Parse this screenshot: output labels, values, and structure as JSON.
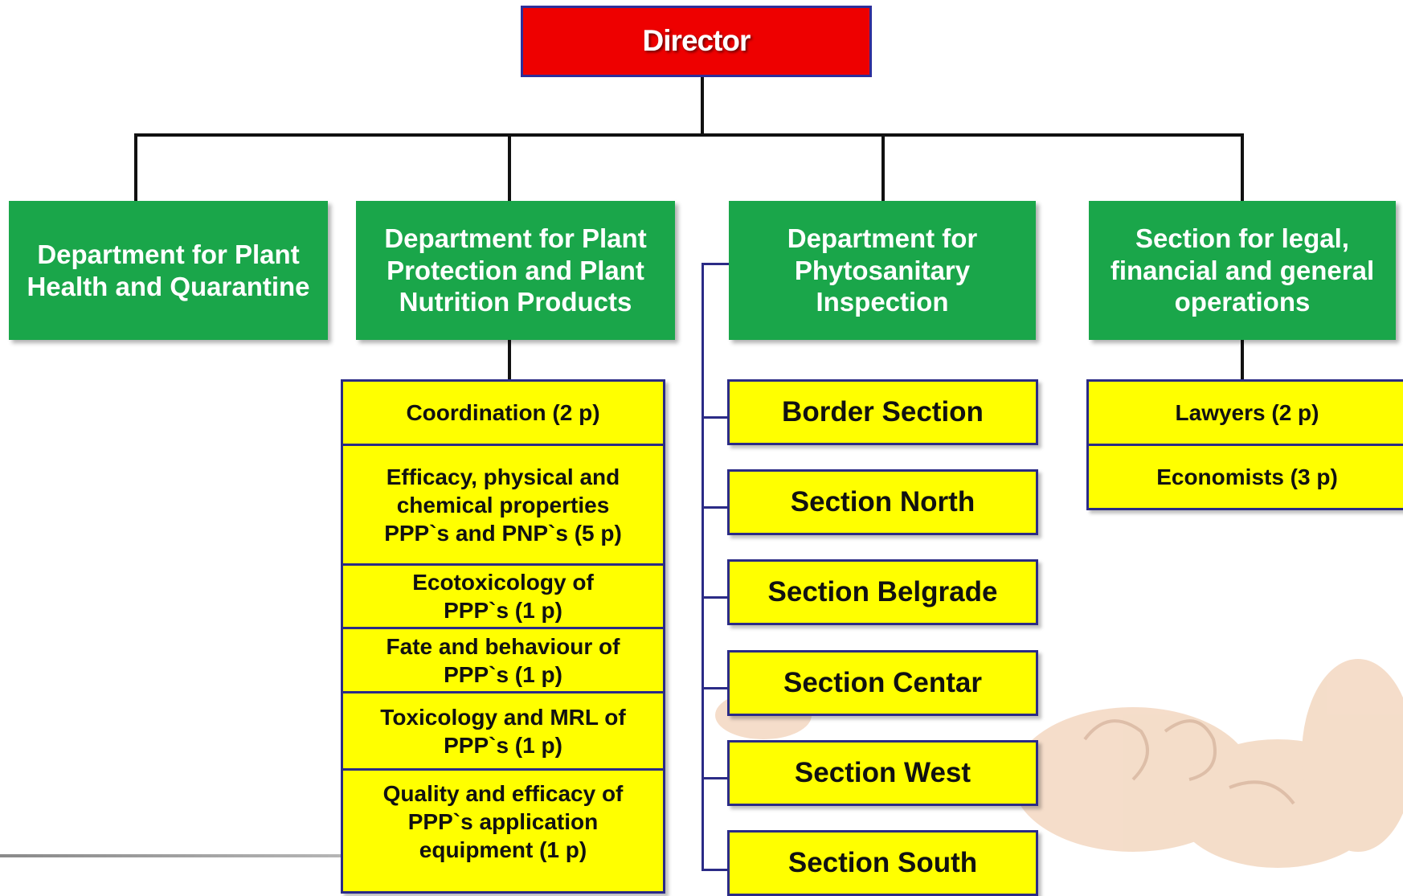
{
  "director": "Director",
  "departments": [
    "Department for Plant Health and Quarantine",
    "Department for Plant Protection and Plant Nutrition Products",
    "Department for Phytosanitary Inspection",
    "Section for legal, financial and general operations"
  ],
  "plant_protection_units": [
    "Coordination (2 p)",
    "Efficacy, physical and chemical properties PPP`s and PNP`s (5 p)",
    "Ecotoxicology of PPP`s (1 p)",
    "Fate and behaviour of PPP`s (1 p)",
    "Toxicology and MRL of PPP`s (1 p)",
    "Quality and efficacy of PPP`s application equipment (1 p)"
  ],
  "inspection_sections": [
    "Border Section",
    "Section North",
    "Section Belgrade",
    "Section Centar",
    "Section West",
    "Section South"
  ],
  "legal_units": [
    "Lawyers (2 p)",
    "Economists (3 p)"
  ]
}
